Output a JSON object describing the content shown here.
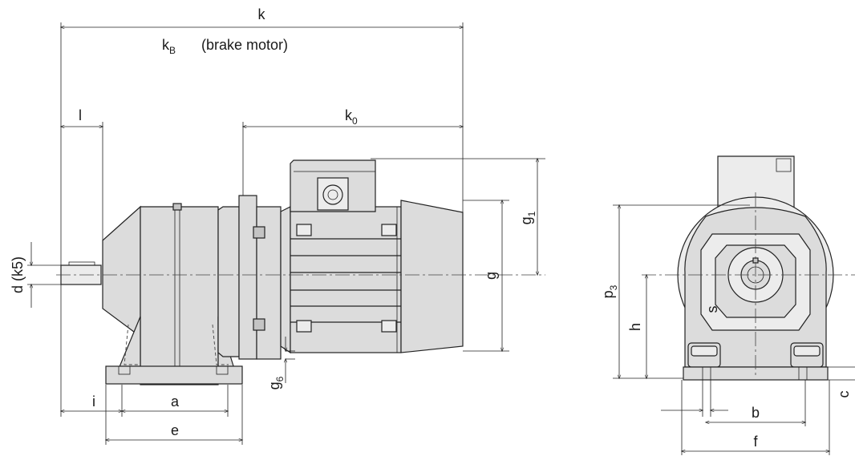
{
  "dimensions": {
    "k": "k",
    "kB": {
      "main": "k",
      "sub": "B",
      "note": "(brake motor)"
    },
    "k0": {
      "main": "k",
      "sub": "0"
    },
    "l": "l",
    "d": "d (k5)",
    "g1": {
      "main": "g",
      "sub": "1"
    },
    "g": "g",
    "g6": {
      "main": "g",
      "sub": "6"
    },
    "i": "i",
    "a": "a",
    "e": "e",
    "p3": {
      "main": "p",
      "sub": "3"
    },
    "h": "h",
    "s": "s",
    "b": "b",
    "f": "f",
    "c": "c"
  },
  "colors": {
    "line": "#222222",
    "body_fill": "#dcdcdc",
    "background": "#ffffff"
  }
}
